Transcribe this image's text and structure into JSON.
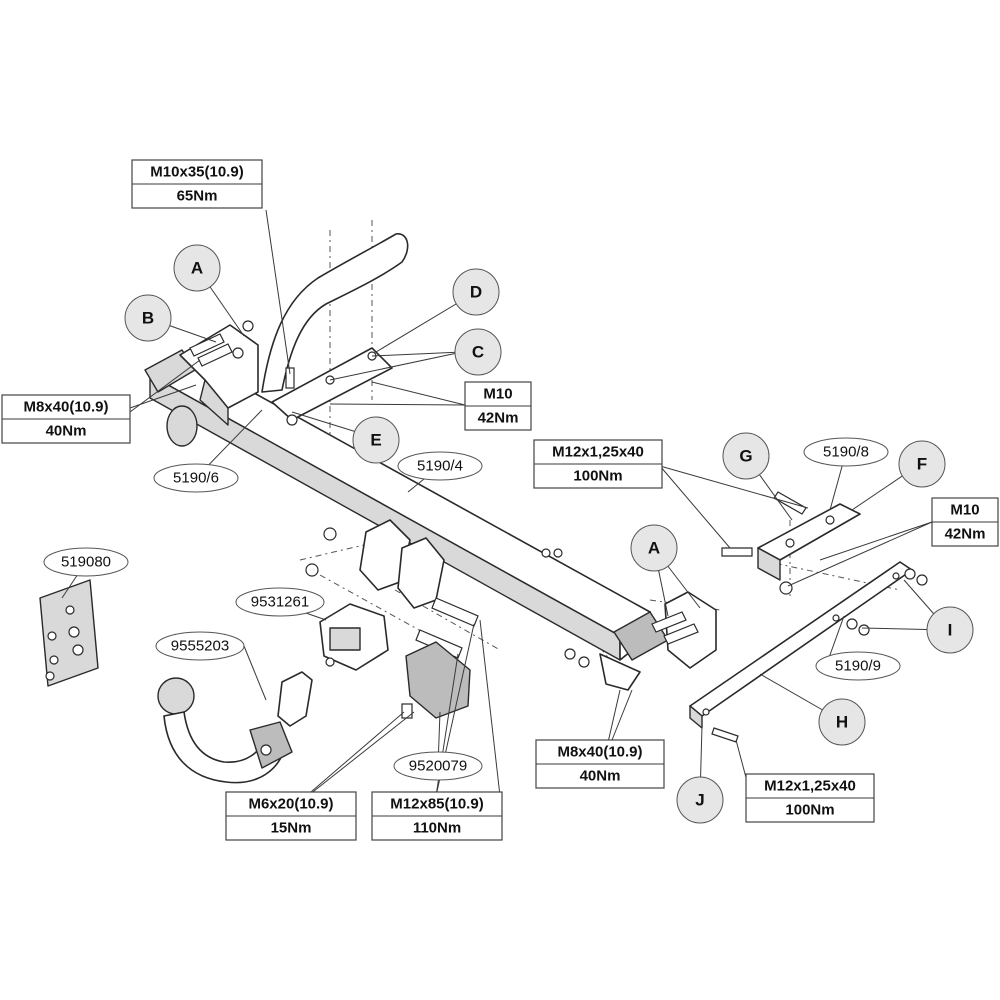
{
  "callouts": {
    "A_left": "A",
    "A_right": "A",
    "B": "B",
    "C": "C",
    "D": "D",
    "E": "E",
    "F": "F",
    "G": "G",
    "H": "H",
    "I": "I",
    "J": "J"
  },
  "part_numbers": {
    "p5190_6": "5190/6",
    "p5190_4": "5190/4",
    "p5190_8": "5190/8",
    "p5190_9": "5190/9",
    "p519080": "519080",
    "p9531261": "9531261",
    "p9555203": "9555203",
    "p9520079": "9520079"
  },
  "specs": {
    "m10x35": {
      "size": "M10x35(10.9)",
      "torque": "65Nm"
    },
    "m8x40_left": {
      "size": "M8x40(10.9)",
      "torque": "40Nm"
    },
    "m10_center": {
      "size": "M10",
      "torque": "42Nm"
    },
    "m12x125_top": {
      "size": "M12x1,25x40",
      "torque": "100Nm"
    },
    "m10_right": {
      "size": "M10",
      "torque": "42Nm"
    },
    "m8x40_bottom": {
      "size": "M8x40(10.9)",
      "torque": "40Nm"
    },
    "m12x125_bottom": {
      "size": "M12x1,25x40",
      "torque": "100Nm"
    },
    "m6x20": {
      "size": "M6x20(10.9)",
      "torque": "15Nm"
    },
    "m12x85": {
      "size": "M12x85(10.9)",
      "torque": "110Nm"
    }
  }
}
